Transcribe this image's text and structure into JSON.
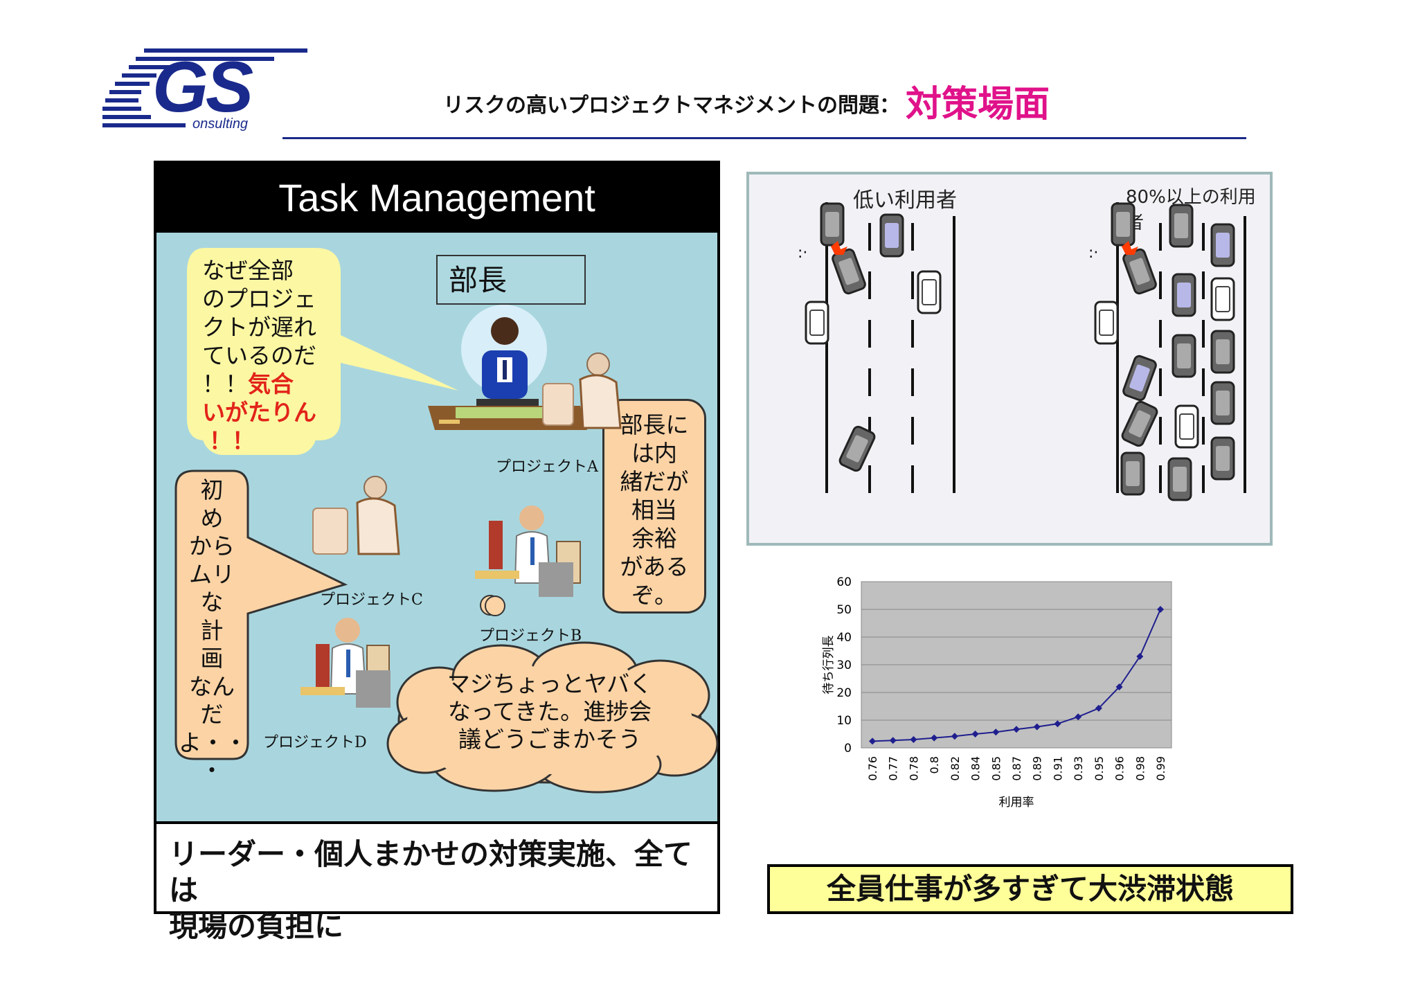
{
  "header": {
    "logo_text": "GS",
    "logo_sub": "onsulting",
    "title": "リスクの高いプロジェクトマネジメントの問題：",
    "title_accent": "対策場面"
  },
  "task_panel": {
    "heading": "Task Management",
    "boss_label": "部長",
    "boss_bubble": {
      "lines": [
        "なぜ全部",
        "のプロジェ",
        "クトが遅れ",
        "ているのだ",
        "！！"
      ],
      "red_inline": "気合",
      "red_lines": [
        "いがたりん",
        "！！"
      ]
    },
    "right_bubble_lines": [
      "部長に",
      "は内",
      "緒だが",
      "相当",
      "余裕",
      "がある",
      "ぞ。"
    ],
    "left_bubble_lines": [
      "初",
      "め",
      "から",
      "ムリ",
      "な",
      "計",
      "画",
      "なん",
      "だ",
      "よ・・",
      "・"
    ],
    "cloud_lines": [
      "マジちょっとヤバく",
      "なってきた。進捗会",
      "議どうごまかそう"
    ],
    "projects": [
      "プロジェクトA",
      "プロジェクトB",
      "プロジェクトC",
      "プロジェクトD"
    ],
    "footer_lines": [
      "リーダー・個人まかせの対策実施、全ては",
      "現場の負担に"
    ]
  },
  "traffic": {
    "left_label": "低い利用者",
    "right_label": "80%以上の利用者"
  },
  "chart_data": {
    "type": "line",
    "x": [
      "0.76",
      "0.77",
      "0.78",
      "0.8",
      "0.82",
      "0.84",
      "0.85",
      "0.87",
      "0.89",
      "0.91",
      "0.93",
      "0.95",
      "0.96",
      "0.98",
      "0.99"
    ],
    "values": [
      2.4,
      2.7,
      3.0,
      3.6,
      4.2,
      5.0,
      5.7,
      6.7,
      7.6,
      8.7,
      11.2,
      14.3,
      22.0,
      33.0,
      50.0
    ],
    "xlabel": "利用率",
    "ylabel": "待ち行列長",
    "ylim": [
      0,
      60
    ],
    "yticks": [
      "0",
      "10",
      "20",
      "30",
      "40",
      "50",
      "60"
    ],
    "grid": true,
    "colors": {
      "line": "#1f1f8f",
      "plot_bg": "#c0c0c0"
    }
  },
  "summary_box": "全員仕事が多すぎて大渋滞状態"
}
